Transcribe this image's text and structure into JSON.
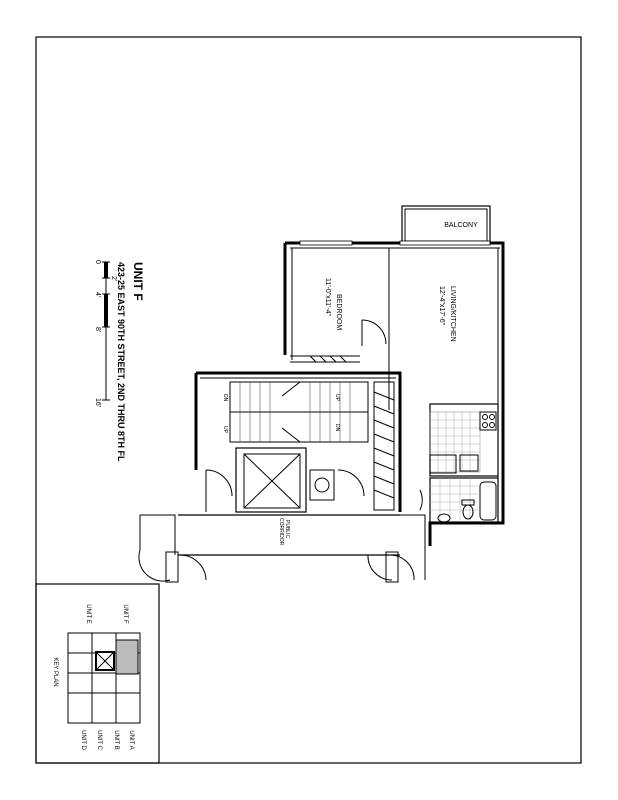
{
  "title": {
    "unit": "UNIT F",
    "address": "423-25 EAST 90TH STREET, 2ND THRU 8TH FL"
  },
  "scale_bar": {
    "ticks": [
      "0",
      "2'",
      "4'",
      "8'",
      "16'"
    ]
  },
  "rooms": {
    "balcony": "BALCONY",
    "bedroom": "BEDROOM",
    "bedroom_dims": "11'-0\"x11'-4\"",
    "living": "LIVING/KITCHEN",
    "living_dims": "12'-4\"x17'-6\"",
    "corridor_1": "PUBLIC",
    "corridor_2": "CORRIDOR"
  },
  "stairs": {
    "up": "UP",
    "dn": "DN"
  },
  "key_plan": {
    "title": "KEY PLAN",
    "units": [
      "UNIT A",
      "UNIT B",
      "UNIT C",
      "UNIT D",
      "UNIT E",
      "UNIT F"
    ]
  }
}
